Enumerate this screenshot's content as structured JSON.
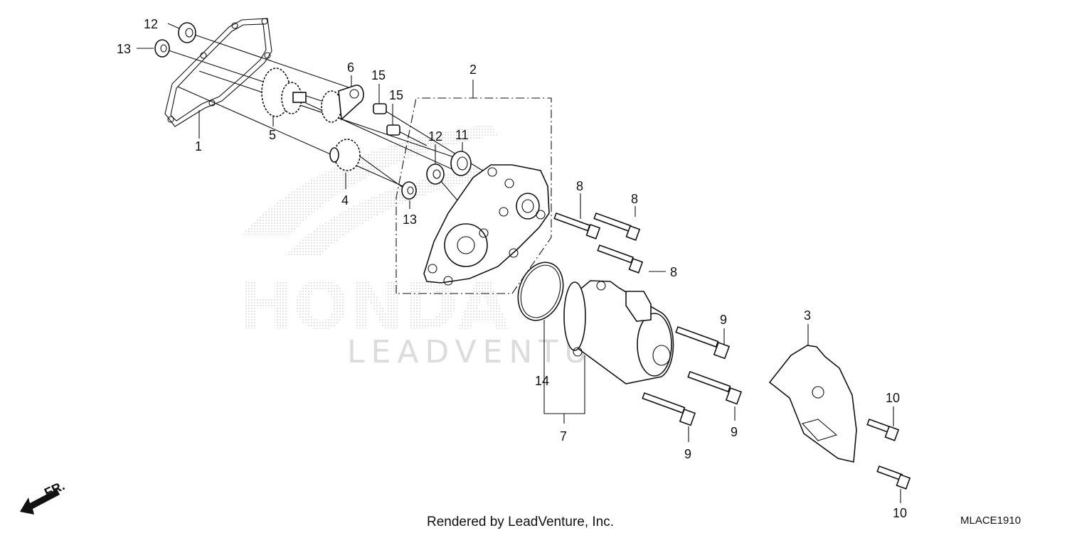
{
  "diagram": {
    "footer_text": "Rendered by LeadVenture, Inc.",
    "diagram_code": "MLACE1910",
    "direction_label": "FR.",
    "watermark_brand": "HONDA",
    "watermark_vendor": "LEADVENTURE",
    "callouts": {
      "c12a": "12",
      "c13a": "13",
      "c1": "1",
      "c5": "5",
      "c6": "6",
      "c15a": "15",
      "c15b": "15",
      "c2": "2",
      "c12b": "12",
      "c11": "11",
      "c4": "4",
      "c13b": "13",
      "c8a": "8",
      "c8b": "8",
      "c8c": "8",
      "c9a": "9",
      "c9b": "9",
      "c9c": "9",
      "c3": "3",
      "c14": "14",
      "c7": "7",
      "c10a": "10",
      "c10b": "10"
    },
    "colors": {
      "line": "#111111",
      "watermark": "#d8d8d8",
      "background": "#ffffff"
    }
  }
}
